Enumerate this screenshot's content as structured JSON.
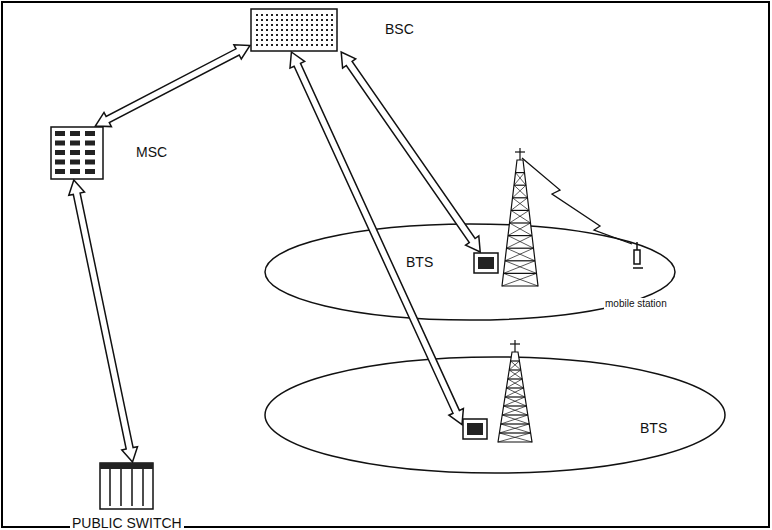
{
  "diagram": {
    "nodes": [
      {
        "text": [
          "BSC"
        ]
      },
      {
        "text": [
          "MSC"
        ]
      },
      {
        "text": [
          "BTS"
        ]
      },
      {
        "text": [
          "BTS"
        ]
      },
      {
        "text": [
          "PUBLIC SWITCH"
        ]
      }
    ],
    "edges": [
      {
        "from": 0,
        "to": 1,
        "arrow": "both"
      },
      {
        "from": 1,
        "to": 4,
        "arrow": "both"
      },
      {
        "from": 0,
        "to": 2,
        "arrow": "both"
      },
      {
        "from": 0,
        "to": 3,
        "arrow": "both"
      }
    ],
    "labels": [
      "mobile station"
    ]
  }
}
